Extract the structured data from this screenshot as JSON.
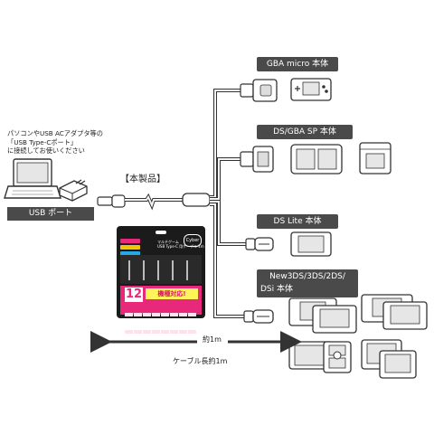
{
  "instructions": {
    "line1": "パソコンやUSB ACアダプタ等の",
    "line2": "「USB Type-Cポート」",
    "line3": "に接続してお使いください"
  },
  "usb_port_label": "USB ポート",
  "product_label": "【本製品】",
  "length_label": "約1m",
  "cable_length_label": "ケーブル長約1m",
  "targets": [
    {
      "label": "GBA micro 本体"
    },
    {
      "label": "DS/GBA SP 本体"
    },
    {
      "label": "DS Lite 本体"
    },
    {
      "label_line1": "New3DS/3DS/2DS/",
      "label_line2": "DSi 本体"
    }
  ],
  "package": {
    "brand": "Cyber",
    "title_line1": "マルチゲーム",
    "title_line2": "USB Type-C 用ケーブル 1m",
    "count": "12",
    "compat_text": "機種対応!"
  },
  "colors": {
    "label_bg": "#4a4a4a",
    "package_bg": "#1b1b1b",
    "package_pink": "#e8287a",
    "package_yellow": "#fff35a",
    "cable": "#f4f4f4",
    "outline": "#333333"
  }
}
